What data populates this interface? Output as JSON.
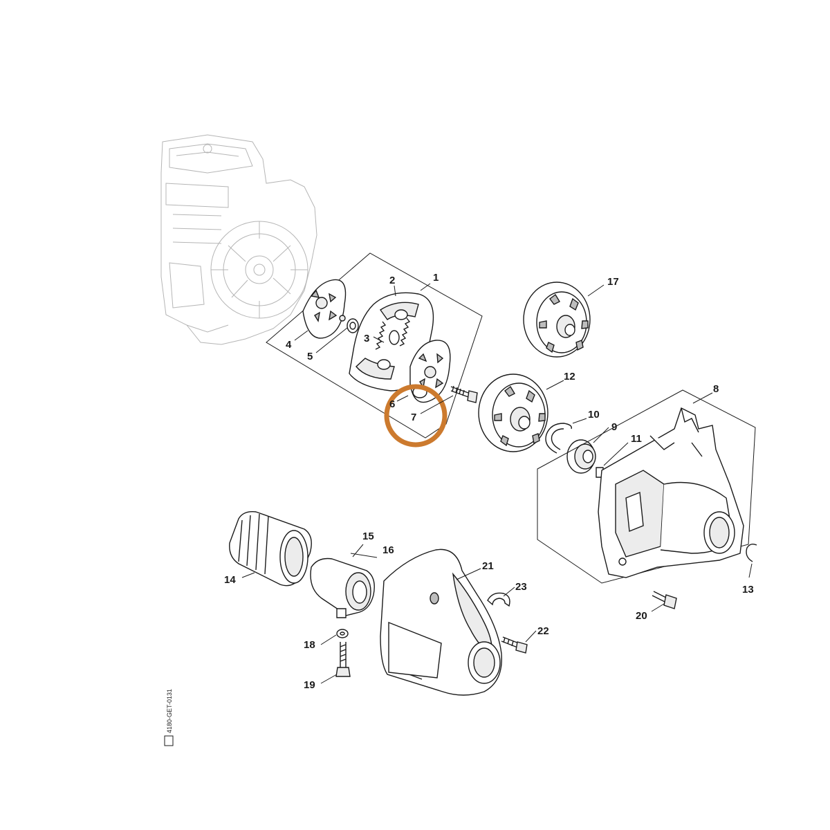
{
  "diagram": {
    "highlight_color": "#cc7a2e",
    "callouts": [
      {
        "id": "1",
        "label": "1"
      },
      {
        "id": "2",
        "label": "2"
      },
      {
        "id": "3",
        "label": "3"
      },
      {
        "id": "4",
        "label": "4"
      },
      {
        "id": "5",
        "label": "5"
      },
      {
        "id": "6",
        "label": "6"
      },
      {
        "id": "7",
        "label": "7"
      },
      {
        "id": "8",
        "label": "8"
      },
      {
        "id": "9",
        "label": "9"
      },
      {
        "id": "10",
        "label": "10"
      },
      {
        "id": "11",
        "label": "11"
      },
      {
        "id": "12",
        "label": "12"
      },
      {
        "id": "13",
        "label": "13"
      },
      {
        "id": "14",
        "label": "14"
      },
      {
        "id": "15",
        "label": "15"
      },
      {
        "id": "16",
        "label": "16"
      },
      {
        "id": "17",
        "label": "17"
      },
      {
        "id": "18",
        "label": "18"
      },
      {
        "id": "19",
        "label": "19"
      },
      {
        "id": "20",
        "label": "20"
      },
      {
        "id": "21",
        "label": "21"
      },
      {
        "id": "22",
        "label": "22"
      },
      {
        "id": "23",
        "label": "23"
      }
    ],
    "highlighted_callout": "7",
    "drawing_code": "4180-GET-0131"
  }
}
